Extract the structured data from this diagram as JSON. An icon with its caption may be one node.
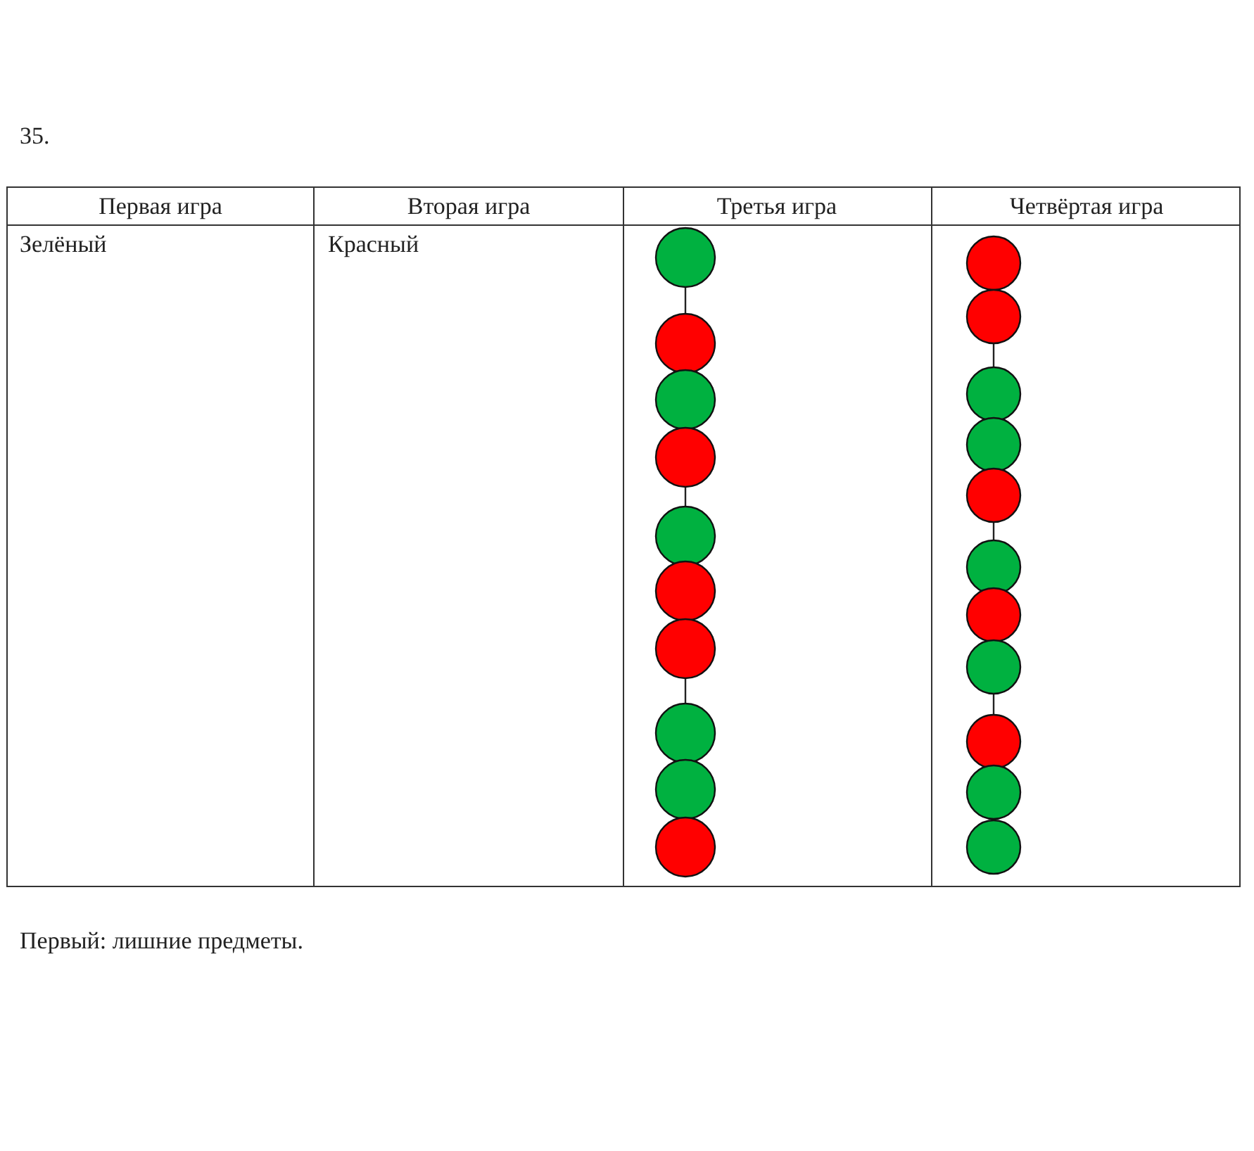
{
  "diagram": {
    "nodes": [
      {
        "text": [],
        "shape": "circle"
      },
      {
        "text": [],
        "shape": "circle"
      },
      {
        "text": [],
        "shape": "circle"
      },
      {
        "text": [],
        "shape": "circle"
      },
      {
        "text": [],
        "shape": "circle"
      },
      {
        "text": [],
        "shape": "circle"
      },
      {
        "text": [],
        "shape": "circle"
      },
      {
        "text": [],
        "shape": "circle"
      },
      {
        "text": [],
        "shape": "circle"
      },
      {
        "text": [],
        "shape": "circle"
      },
      {
        "text": [],
        "shape": "circle"
      },
      {
        "text": [],
        "shape": "circle"
      },
      {
        "text": [],
        "shape": "circle"
      },
      {
        "text": [],
        "shape": "circle"
      },
      {
        "text": [],
        "shape": "circle"
      },
      {
        "text": [],
        "shape": "circle"
      },
      {
        "text": [],
        "shape": "circle"
      },
      {
        "text": [],
        "shape": "circle"
      },
      {
        "text": [],
        "shape": "circle"
      },
      {
        "text": [],
        "shape": "circle"
      },
      {
        "text": [],
        "shape": "circle"
      }
    ],
    "edges": [
      {
        "from": 0,
        "to": 1,
        "arrow": "none"
      },
      {
        "from": 3,
        "to": 4,
        "arrow": "none"
      },
      {
        "from": 6,
        "to": 7,
        "arrow": "none"
      },
      {
        "from": 11,
        "to": 12,
        "arrow": "none"
      },
      {
        "from": 14,
        "to": 15,
        "arrow": "none"
      },
      {
        "from": 17,
        "to": 18,
        "arrow": "none"
      }
    ],
    "labels": [
      "35.",
      "Первая игра",
      "Вторая игра",
      "Третья игра",
      "Четвёртая игра",
      "Зелёный",
      "Красный",
      "Первый: лишние предметы."
    ]
  }
}
